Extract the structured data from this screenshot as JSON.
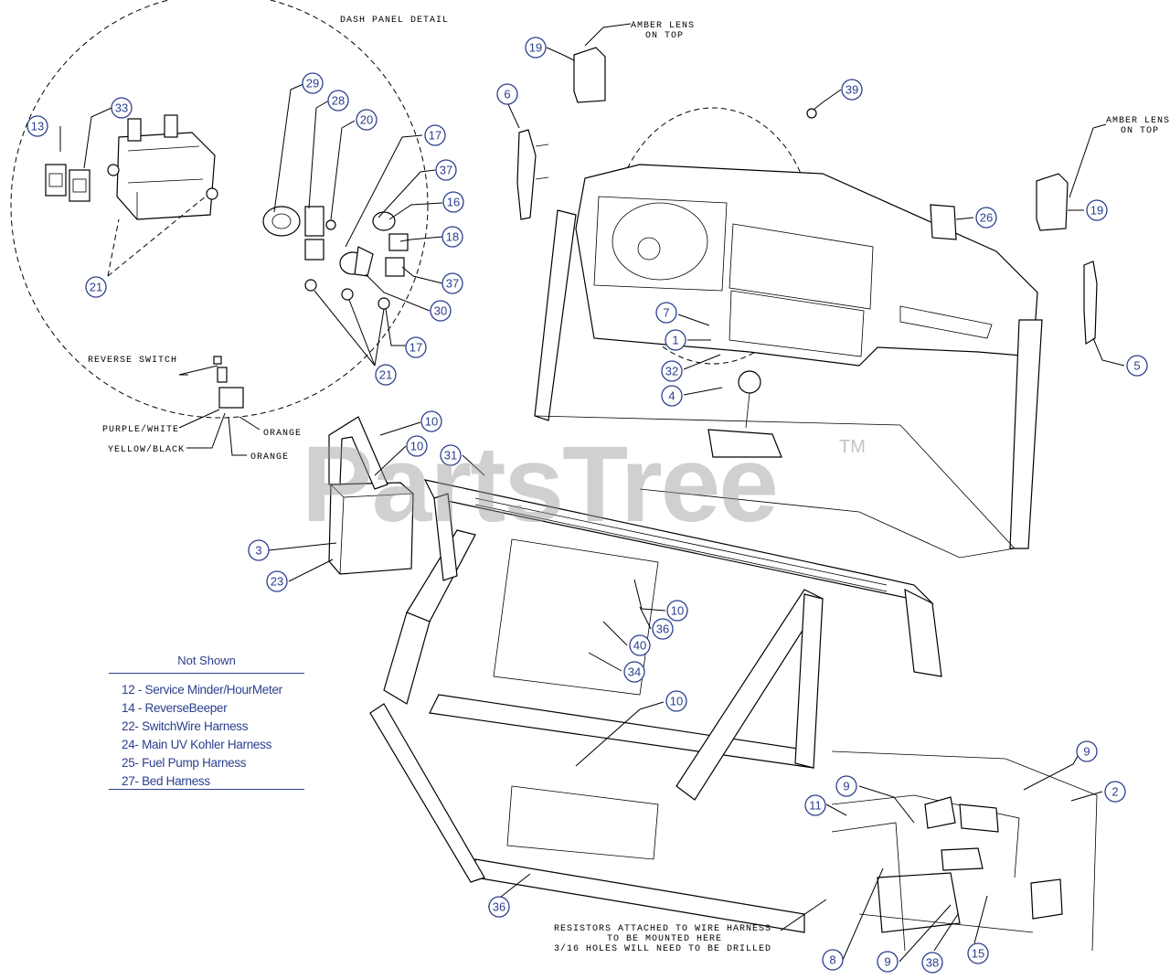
{
  "diagram": {
    "detail_title": "DASH PANEL DETAIL",
    "notes": {
      "amber_lens_1_line1": "AMBER LENS",
      "amber_lens_1_line2": "ON TOP",
      "amber_lens_2_line1": "AMBER LENS",
      "amber_lens_2_line2": "ON TOP",
      "reverse_switch": "REVERSE SWITCH",
      "purple_white": "PURPLE/WHITE",
      "yellow_black": "YELLOW/BLACK",
      "orange_1": "ORANGE",
      "orange_2": "ORANGE",
      "resistors_line1": "RESISTORS ATTACHED TO WIRE HARNESS",
      "resistors_line2": "TO BE MOUNTED HERE",
      "resistors_line3": "3/16 HOLES WILL NEED TO BE DRILLED"
    },
    "callouts": [
      "13",
      "33",
      "29",
      "28",
      "20",
      "17",
      "37",
      "16",
      "18",
      "37",
      "30",
      "17",
      "21",
      "21",
      "19",
      "6",
      "39",
      "19",
      "26",
      "5",
      "7",
      "1",
      "32",
      "4",
      "10",
      "10",
      "31",
      "3",
      "23",
      "10",
      "36",
      "40",
      "34",
      "10",
      "36",
      "9",
      "2",
      "11",
      "9",
      "8",
      "9",
      "38",
      "15"
    ]
  },
  "not_shown": {
    "title": "Not Shown",
    "items": [
      "12 - Service Minder/HourMeter",
      "14 - ReverseBeeper",
      "22- SwitchWire Harness",
      "24- Main UV Kohler Harness",
      "25- Fuel Pump Harness",
      "27- Bed Harness"
    ]
  },
  "watermark": {
    "text": "PartsTree",
    "tm": "TM"
  }
}
